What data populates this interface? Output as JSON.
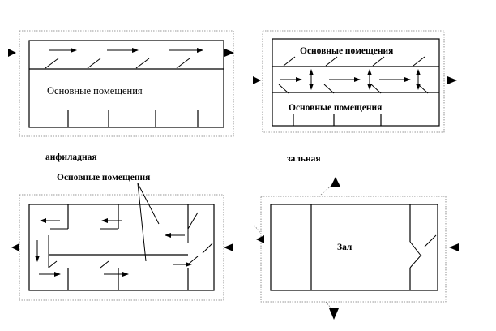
{
  "labels": {
    "top_left_rooms": "Основные помещения",
    "top_right_rooms_upper": "Основные помещения",
    "top_right_rooms_lower": "Основные помещения",
    "enfilade_caption": "анфиладная",
    "bottom_left_rooms": "Основные помещения",
    "hall_caption": "зальная",
    "hall_room": "Зал"
  }
}
